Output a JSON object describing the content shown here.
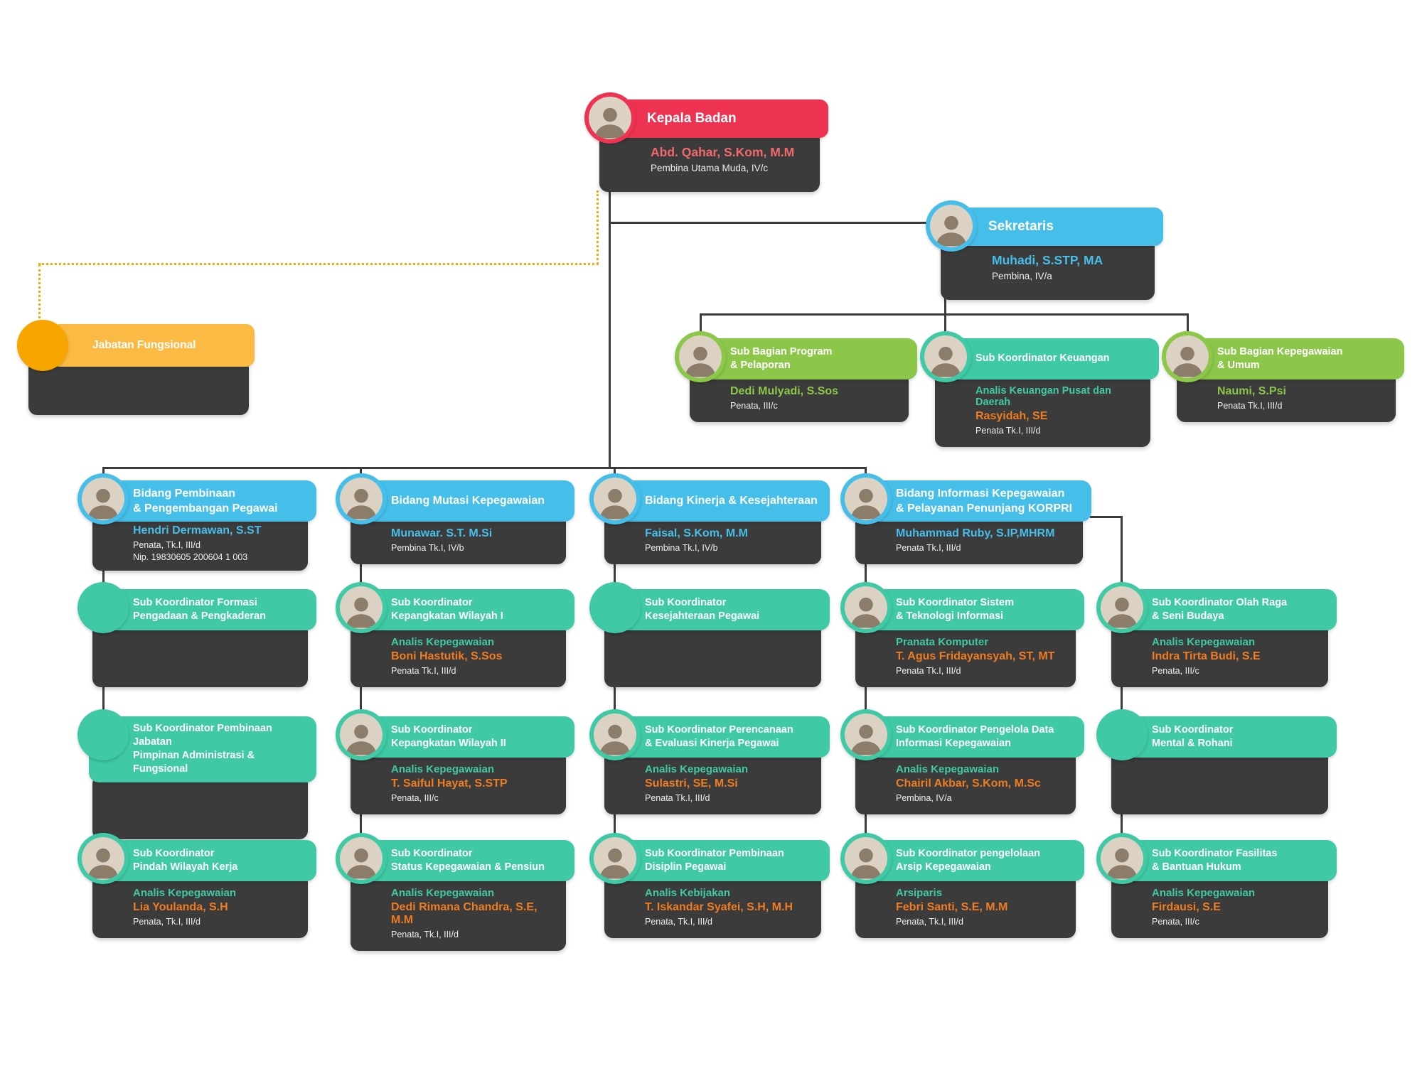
{
  "palette": {
    "red": "#ee3352",
    "blue": "#45bfe9",
    "green": "#8cc74a",
    "teal": "#3fcaa5",
    "yellow": "#fbba44",
    "orange_circle": "#f7a600",
    "orange_text": "#f07c22",
    "salmon_text": "#f2696c",
    "body_dark": "#3b3b3b",
    "connector": "#3a3a3a"
  },
  "kepala_badan": {
    "title": "Kepala Badan",
    "name": "Abd. Qahar, S.Kom, M.M",
    "rank": "Pembina Utama Muda, IV/c"
  },
  "sekretaris": {
    "title": "Sekretaris",
    "name": "Muhadi, S.STP, MA",
    "rank": "Pembina, IV/a"
  },
  "jabatan_fungsional": {
    "title": "Jabatan Fungsional"
  },
  "sub_bagian": [
    {
      "title": "Sub Bagian Program\n& Pelaporan",
      "name": "Dedi Mulyadi, S.Sos",
      "rank": "Penata, III/c"
    },
    {
      "title": "Sub Koordinator Keuangan",
      "role": "Analis Keuangan Pusat dan Daerah",
      "name": "Rasyidah, SE",
      "rank": "Penata Tk.I, III/d"
    },
    {
      "title": "Sub Bagian Kepegawaian\n& Umum",
      "name": "Naumi, S.Psi",
      "rank": "Penata Tk.I, III/d"
    }
  ],
  "bidang": [
    {
      "title": "Bidang Pembinaan\n& Pengembangan Pegawai",
      "name": "Hendri Dermawan, S.ST",
      "rank": "Penata, Tk.I, III/d",
      "nip": "Nip. 19830605 200604 1 003"
    },
    {
      "title": "Bidang Mutasi Kepegawaian",
      "name": "Munawar. S.T. M.Si",
      "rank": "Pembina Tk.I, IV/b"
    },
    {
      "title": "Bidang Kinerja & Kesejahteraan",
      "name": "Faisal, S.Kom, M.M",
      "rank": "Pembina Tk.I, IV/b"
    },
    {
      "title": "Bidang Informasi Kepegawaian\n& Pelayanan Penunjang KORPRI",
      "name": "Muhammad Ruby, S.IP,MHRM",
      "rank": "Penata Tk.I, III/d"
    }
  ],
  "columns": [
    [
      {
        "title": "Sub Koordinator Formasi\nPengadaan & Pengkaderan",
        "vacant": true
      },
      {
        "title": "Sub Koordinator Pembinaan Jabatan\nPimpinan Administrasi & Fungsional",
        "vacant": true
      },
      {
        "title": "Sub Koordinator\nPindah Wilayah Kerja",
        "role": "Analis Kepegawaian",
        "name": "Lia Youlanda, S.H",
        "rank": "Penata, Tk.I, III/d"
      }
    ],
    [
      {
        "title": "Sub Koordinator\nKepangkatan Wilayah I",
        "role": "Analis Kepegawaian",
        "name": "Boni Hastutik, S.Sos",
        "rank": "Penata Tk.I, III/d"
      },
      {
        "title": "Sub Koordinator\nKepangkatan Wilayah II",
        "role": "Analis Kepegawaian",
        "name": "T. Saiful Hayat, S.STP",
        "rank": "Penata, III/c"
      },
      {
        "title": "Sub Koordinator\nStatus Kepegawaian & Pensiun",
        "role": "Analis Kepegawaian",
        "name": "Dedi Rimana Chandra, S.E, M.M",
        "rank": "Penata, Tk.I, III/d"
      }
    ],
    [
      {
        "title": "Sub Koordinator\nKesejahteraan Pegawai",
        "vacant": true
      },
      {
        "title": "Sub Koordinator Perencanaan\n& Evaluasi Kinerja Pegawai",
        "role": "Analis Kepegawaian",
        "name": "Sulastri, SE, M.Si",
        "rank": "Penata Tk.I, III/d"
      },
      {
        "title": "Sub Koordinator Pembinaan\nDisiplin Pegawai",
        "role": "Analis Kebijakan",
        "name": "T. Iskandar Syafei, S.H, M.H",
        "rank": "Penata, Tk.I, III/d"
      }
    ],
    [
      {
        "title": "Sub Koordinator Sistem\n& Teknologi Informasi",
        "role": "Pranata Komputer",
        "name": "T. Agus Fridayansyah, ST, MT",
        "rank": "Penata Tk.I, III/d"
      },
      {
        "title": "Sub Koordinator Pengelola Data\nInformasi Kepegawaian",
        "role": "Analis Kepegawaian",
        "name": "Chairil Akbar, S.Kom, M.Sc",
        "rank": "Pembina, IV/a"
      },
      {
        "title": "Sub Koordinator pengelolaan\nArsip Kepegawaian",
        "role": "Arsiparis",
        "name": "Febri Santi, S.E, M.M",
        "rank": "Penata, Tk.I, III/d"
      }
    ],
    [
      {
        "title": "Sub Koordinator Olah Raga\n& Seni Budaya",
        "role": "Analis Kepegawaian",
        "name": "Indra Tirta Budi, S.E",
        "rank": "Penata, III/c"
      },
      {
        "title": "Sub Koordinator\nMental & Rohani",
        "vacant": true
      },
      {
        "title": "Sub Koordinator Fasilitas\n& Bantuan Hukum",
        "role": "Analis Kepegawaian",
        "name": "Firdausi, S.E",
        "rank": "Penata, III/c"
      }
    ]
  ]
}
